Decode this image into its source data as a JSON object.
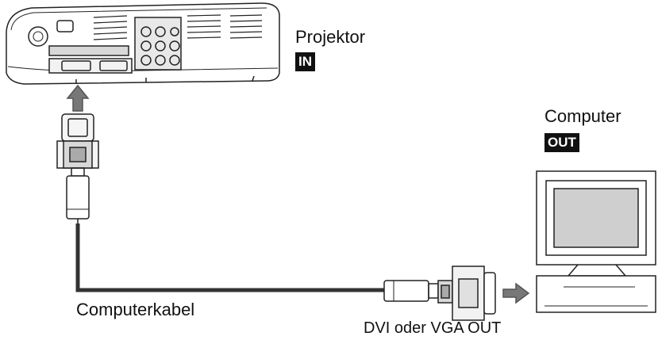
{
  "projector": {
    "label": "Projektor",
    "port_badge": "IN"
  },
  "computer": {
    "label": "Computer",
    "port_badge": "OUT"
  },
  "cable": {
    "label": "Computerkabel"
  },
  "connector": {
    "label": "DVI oder VGA OUT"
  },
  "colors": {
    "ink": "#111111",
    "body": "#ffffff",
    "shade": "#cfcfcf",
    "badge_text": "#ffffff"
  }
}
